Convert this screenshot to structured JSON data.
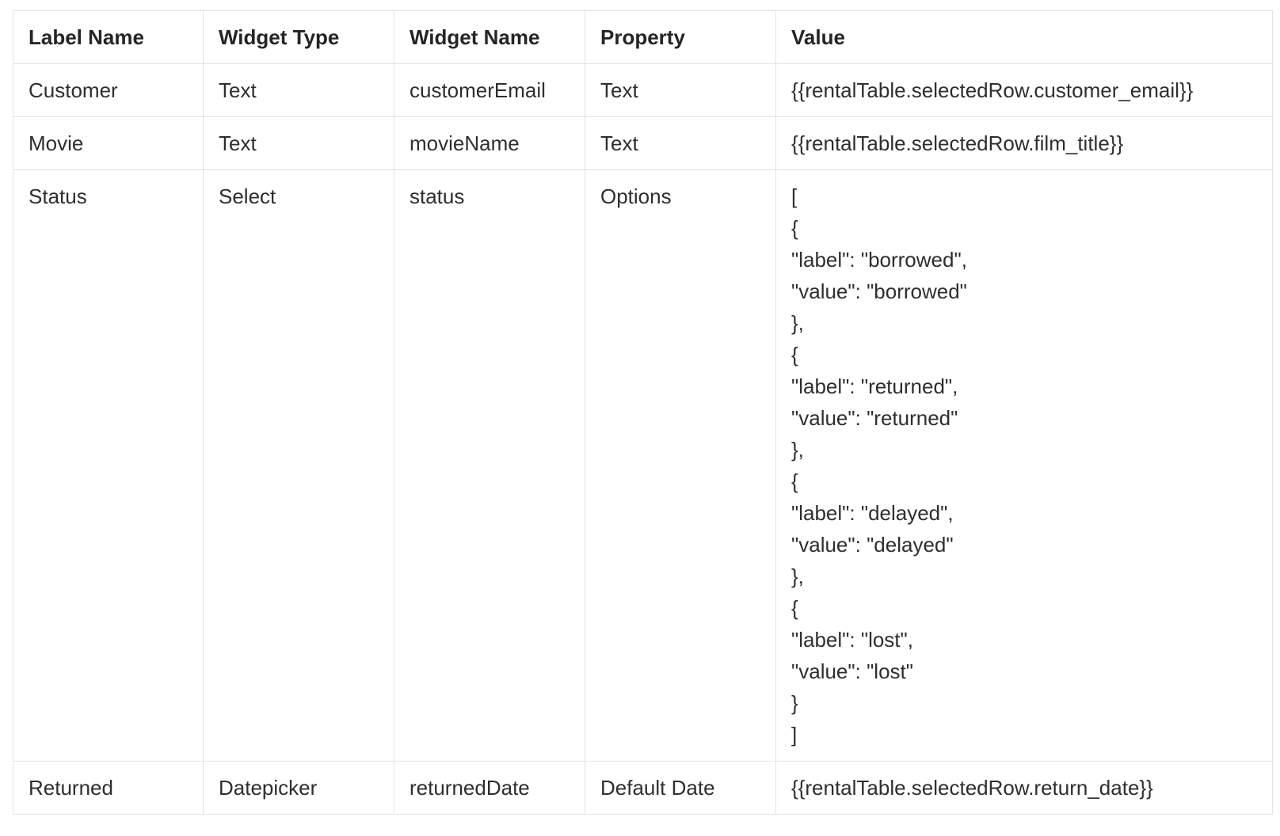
{
  "table": {
    "columns": [
      "Label Name",
      "Widget Type",
      "Widget Name",
      "Property",
      "Value"
    ],
    "rows": [
      {
        "label_name": "Customer",
        "widget_type": "Text",
        "widget_name": "customerEmail",
        "property": "Text",
        "value": "{{rentalTable.selectedRow.customer_email}}"
      },
      {
        "label_name": "Movie",
        "widget_type": "Text",
        "widget_name": "movieName",
        "property": "Text",
        "value": "{{rentalTable.selectedRow.film_title}}"
      },
      {
        "label_name": "Status",
        "widget_type": "Select",
        "widget_name": "status",
        "property": "Options",
        "value": "[\n{\n\"label\": \"borrowed\",\n\"value\": \"borrowed\"\n},\n{\n\"label\": \"returned\",\n\"value\": \"returned\"\n},\n{\n\"label\": \"delayed\",\n\"value\": \"delayed\"\n},\n{\n\"label\": \"lost\",\n\"value\": \"lost\"\n}\n]"
      },
      {
        "label_name": "Returned",
        "widget_type": "Datepicker",
        "widget_name": "returnedDate",
        "property": "Default Date",
        "value": "{{rentalTable.selectedRow.return_date}}"
      }
    ]
  },
  "colors": {
    "text": "#2e2e2e",
    "text_bold": "#252525",
    "border": "#e3e3e3",
    "background": "#ffffff"
  }
}
